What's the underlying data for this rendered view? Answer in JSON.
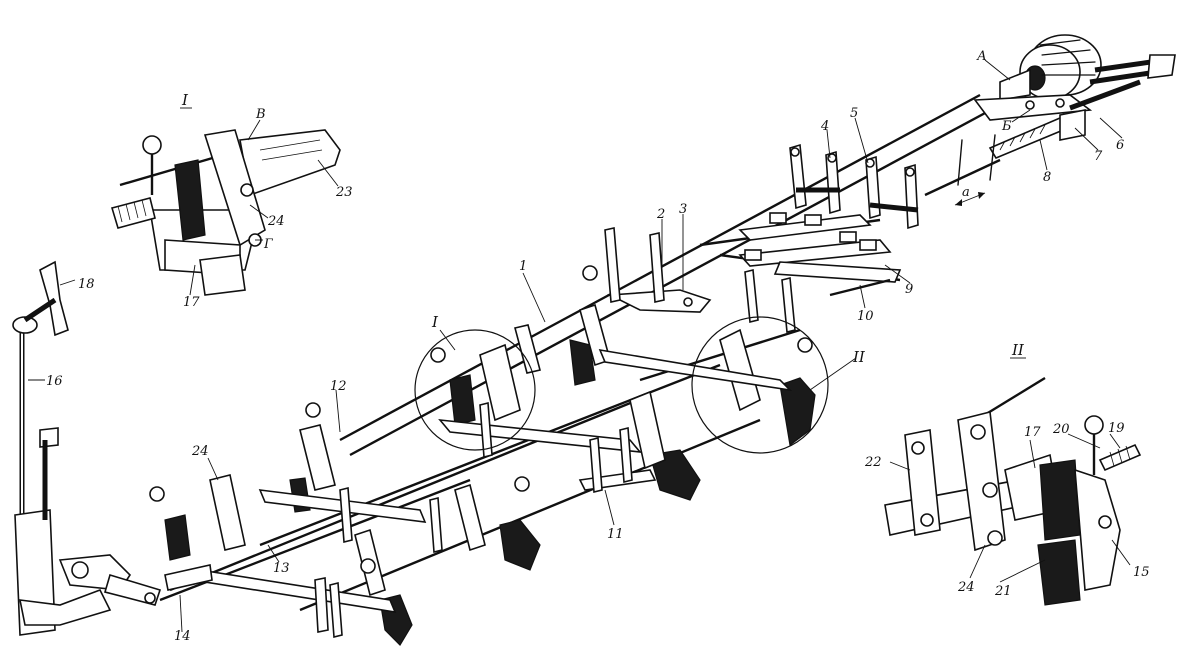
{
  "labels": {
    "l1": "1",
    "l2": "2",
    "l3": "3",
    "l4": "4",
    "l5": "5",
    "l6": "6",
    "l7": "7",
    "l8": "8",
    "l9": "9",
    "l10": "10",
    "l11": "11",
    "l12": "12",
    "l13": "13",
    "l14": "14",
    "l15": "15",
    "l16": "16",
    "l17a": "17",
    "l17b": "17",
    "l18": "18",
    "l19": "19",
    "l20": "20",
    "l21": "21",
    "l22": "22",
    "l23": "23",
    "l24a": "24",
    "l24b": "24",
    "l24c": "24",
    "lA": "А",
    "lB6": "Б",
    "lV": "В",
    "lG": "Г",
    "la": "а",
    "lI1": "I",
    "lI2": "I",
    "lII1": "II",
    "lII2": "II"
  }
}
